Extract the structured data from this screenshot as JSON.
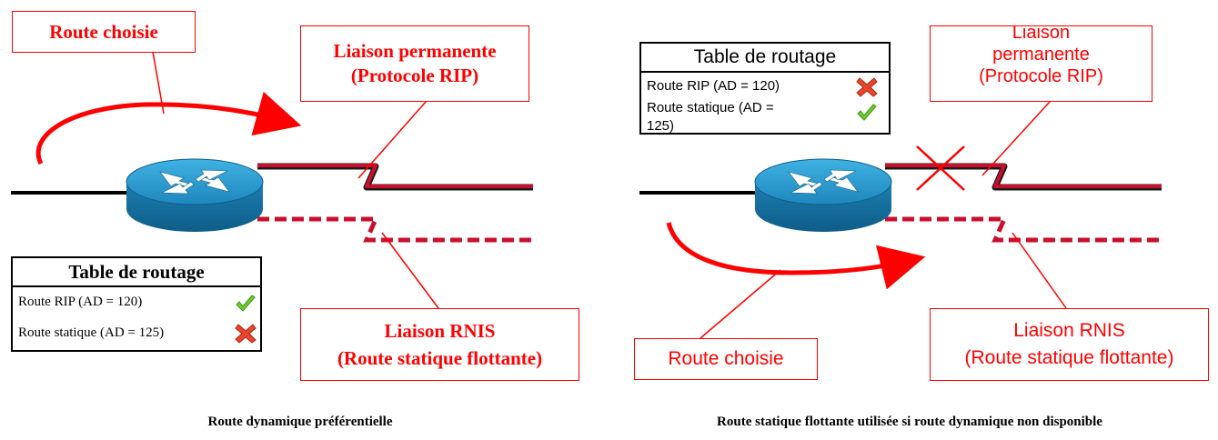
{
  "colors": {
    "accent_red": "#ff0000",
    "link_red": "#c8102e",
    "router_blue": "#2e9bd0",
    "check_green": "#6ccf2a",
    "cross_red": "#e8452c"
  },
  "left": {
    "callout_chosen": "Route choisie",
    "callout_permanent": [
      "Liaison permanente",
      "(Protocole RIP)"
    ],
    "callout_isdn": [
      "Liaison RNIS",
      "(Route statique flottante)"
    ],
    "table": {
      "title": "Table de routage",
      "rows": [
        {
          "label": "Route RIP (AD = 120)",
          "status_icon": "check-icon"
        },
        {
          "label": "Route statique (AD = 125)",
          "status_icon": "cross-icon"
        }
      ]
    },
    "caption": "Route dynamique préférentielle"
  },
  "right": {
    "callout_chosen": "Route choisie",
    "callout_permanent": [
      "Liaison",
      "permanente",
      "(Protocole RIP)"
    ],
    "callout_isdn": [
      "Liaison RNIS",
      "(Route statique flottante)"
    ],
    "table": {
      "title": "Table de routage",
      "rows": [
        {
          "label": "Route RIP (AD = 120)",
          "status_icon": "cross-icon"
        },
        {
          "label": "Route statique (AD =",
          "label_cont": "125)",
          "status_icon": "check-icon"
        }
      ]
    },
    "caption": "Route statique flottante utilisée si route dynamique non disponible"
  }
}
